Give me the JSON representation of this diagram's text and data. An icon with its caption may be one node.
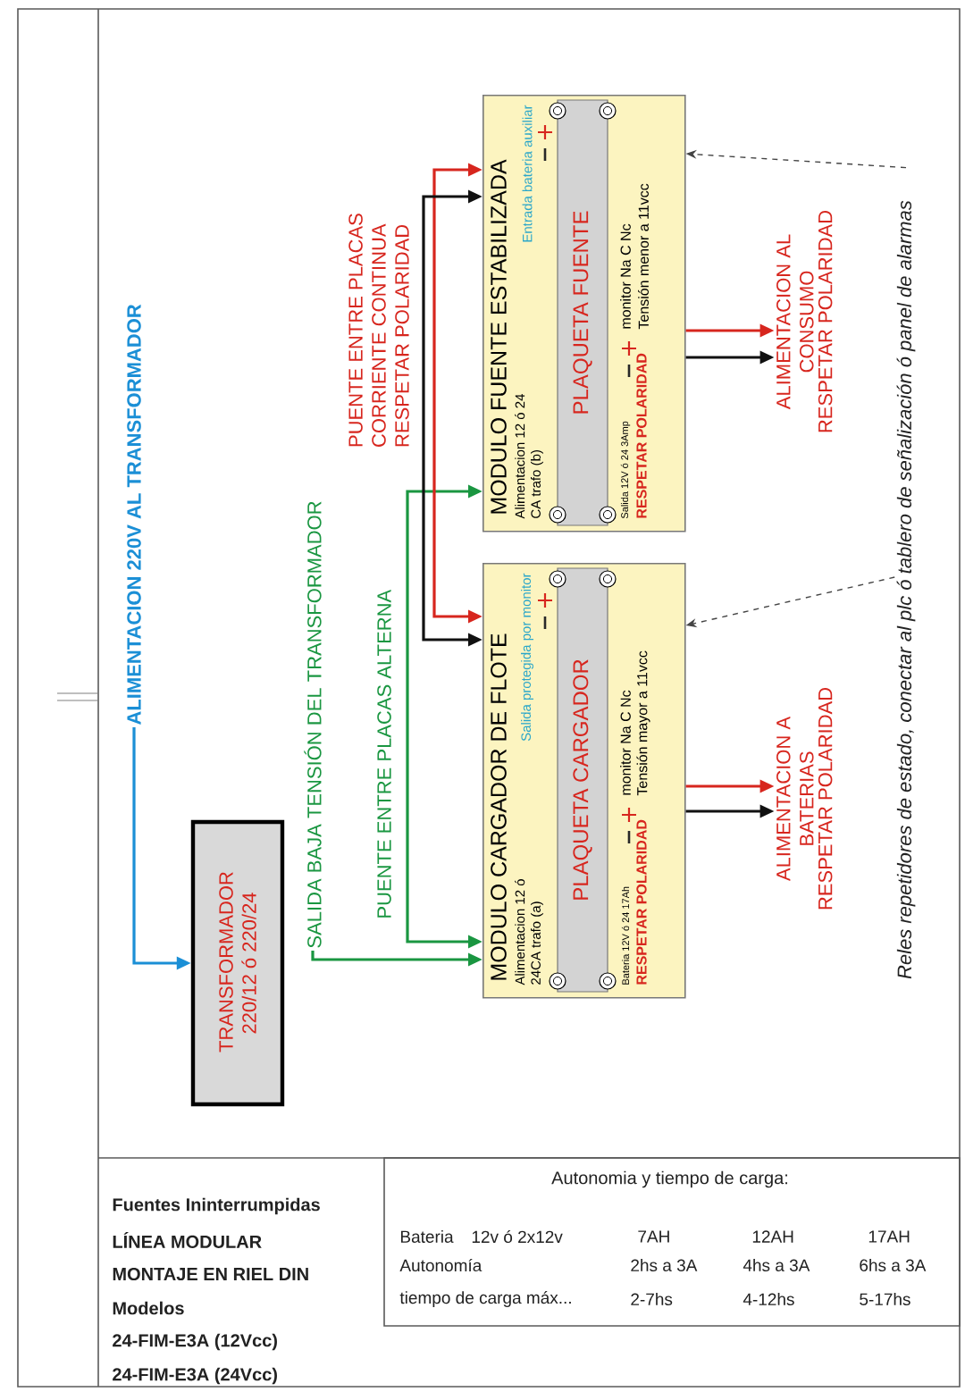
{
  "diagram": {
    "nodes": [
      {
        "text": [
          "ALIMENTACION 220V AL TRANSFORMADOR"
        ]
      },
      {
        "text": [
          "TRANSFORMADOR 220/12 ó 220/24"
        ]
      },
      {
        "text": [
          "SALIDA BAJA TENSIÓN DEL TRANSFORMADOR"
        ]
      },
      {
        "text": [
          "MODULO FUENTE ESTABILIZADA",
          "Alimentacion 12 ó 24 CA trafo (b)",
          "Entrada bateria auxiliar",
          "Salida 12V ó 24 3Amp",
          "RESPETAR POLARIDAD",
          "monitor Na C Nc",
          "Tensión menor a 11vcc"
        ]
      },
      {
        "text": [
          "PLAQUETA FUENTE"
        ],
        "in": 3
      },
      {
        "text": [
          "MODULO CARGADOR DE FLOTE",
          "Alimentacion 12 ó 24CA trafo (a)",
          "Salida protegida por monitor",
          "Bateria 12V ó 24 17Ah",
          "RESPETAR POLARIDAD",
          "monitor Na C Nc",
          "Tensión mayor a 11vcc"
        ]
      },
      {
        "text": [
          "PLAQUETA CARGADOR"
        ],
        "in": 5
      },
      {
        "text": [
          "ALIMENTACION AL CONSUMO",
          "RESPETAR POLARIDAD"
        ]
      },
      {
        "text": [
          "ALIMENTACION A BATERIAS",
          "RESPETAR POLARIDAD"
        ]
      },
      {
        "text": [
          "Reles repetidores de estado, conectar al plc ó tablero de señalización ó panel de alarmas"
        ]
      }
    ],
    "edges": [
      {
        "from": 0,
        "to": 1,
        "arrow": "to",
        "color": "#1b8fd6"
      },
      {
        "from": 2,
        "to": 5,
        "arrow": "to",
        "color": "#1a9641"
      },
      {
        "from": 3,
        "to": 5,
        "arrow": "both",
        "color": "#1a9641"
      },
      {
        "from": 3,
        "to": 5,
        "arrow": "both",
        "color": "#d7261e"
      },
      {
        "from": 3,
        "to": 5,
        "arrow": "both",
        "color": "#111111"
      },
      {
        "from": 3,
        "to": 7,
        "arrow": "to",
        "color": "#d7261e"
      },
      {
        "from": 3,
        "to": 7,
        "arrow": "to",
        "color": "#111111"
      },
      {
        "from": 5,
        "to": 8,
        "arrow": "to",
        "color": "#d7261e"
      },
      {
        "from": 5,
        "to": 8,
        "arrow": "to",
        "color": "#111111"
      },
      {
        "from": 9,
        "to": 3,
        "arrow": "to",
        "style": "dashed",
        "color": "#444444"
      },
      {
        "from": 9,
        "to": 5,
        "arrow": "to",
        "style": "dashed",
        "color": "#444444"
      }
    ],
    "labels": [
      "PUENTE ENTRE PLACAS CORRIENTE CONTINUA RESPETAR POLARIDAD",
      "PUENTE ENTRE PLACAS  ALTERNA",
      "Fuentes Ininterrumpidas",
      "LÍNEA MODULAR",
      "MONTAJE EN RIEL DIN",
      "Modelos",
      "24-FIM-E3A (12Vcc)",
      "24-FIM-E3A (24Vcc)",
      "Autonomia y tiempo de carga:",
      "Bateria",
      "12v ó 2x12v",
      "7AH",
      "12AH",
      "17AH",
      "Autonomía",
      "2hs a 3A",
      "4hs a 3A",
      "6hs a 3A",
      "tiempo de carga máx...",
      "2-7hs",
      "4-12hs",
      "5-17hs"
    ]
  }
}
